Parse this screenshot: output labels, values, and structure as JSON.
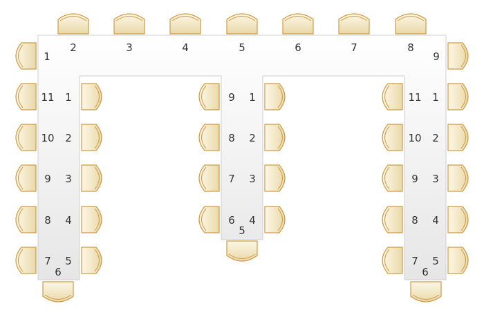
{
  "colors": {
    "table_fill_top": "#ffffff",
    "table_fill_bottom": "#e6e6e6",
    "table_stroke": "#cfcfcf",
    "chair_fill_light": "#fdf7e6",
    "chair_fill_dark": "#e9d9a9",
    "chair_stroke": "#d09a45",
    "label": "#333333"
  },
  "head_table": {
    "labels": [
      "1",
      "2",
      "3",
      "4",
      "5",
      "6",
      "7",
      "8",
      "9"
    ]
  },
  "left_leg": {
    "outer_labels": [
      "11",
      "10",
      "9",
      "8",
      "7"
    ],
    "inner_labels": [
      "1",
      "2",
      "3",
      "4",
      "5"
    ],
    "end_label": "6"
  },
  "center_leg": {
    "outer_labels": [
      "9",
      "8",
      "7",
      "6"
    ],
    "inner_labels": [
      "1",
      "2",
      "3",
      "4"
    ],
    "end_label": "5"
  },
  "right_leg": {
    "outer_labels": [
      "11",
      "10",
      "9",
      "8",
      "7"
    ],
    "inner_labels": [
      "1",
      "2",
      "3",
      "4",
      "5"
    ],
    "end_label": "6"
  }
}
